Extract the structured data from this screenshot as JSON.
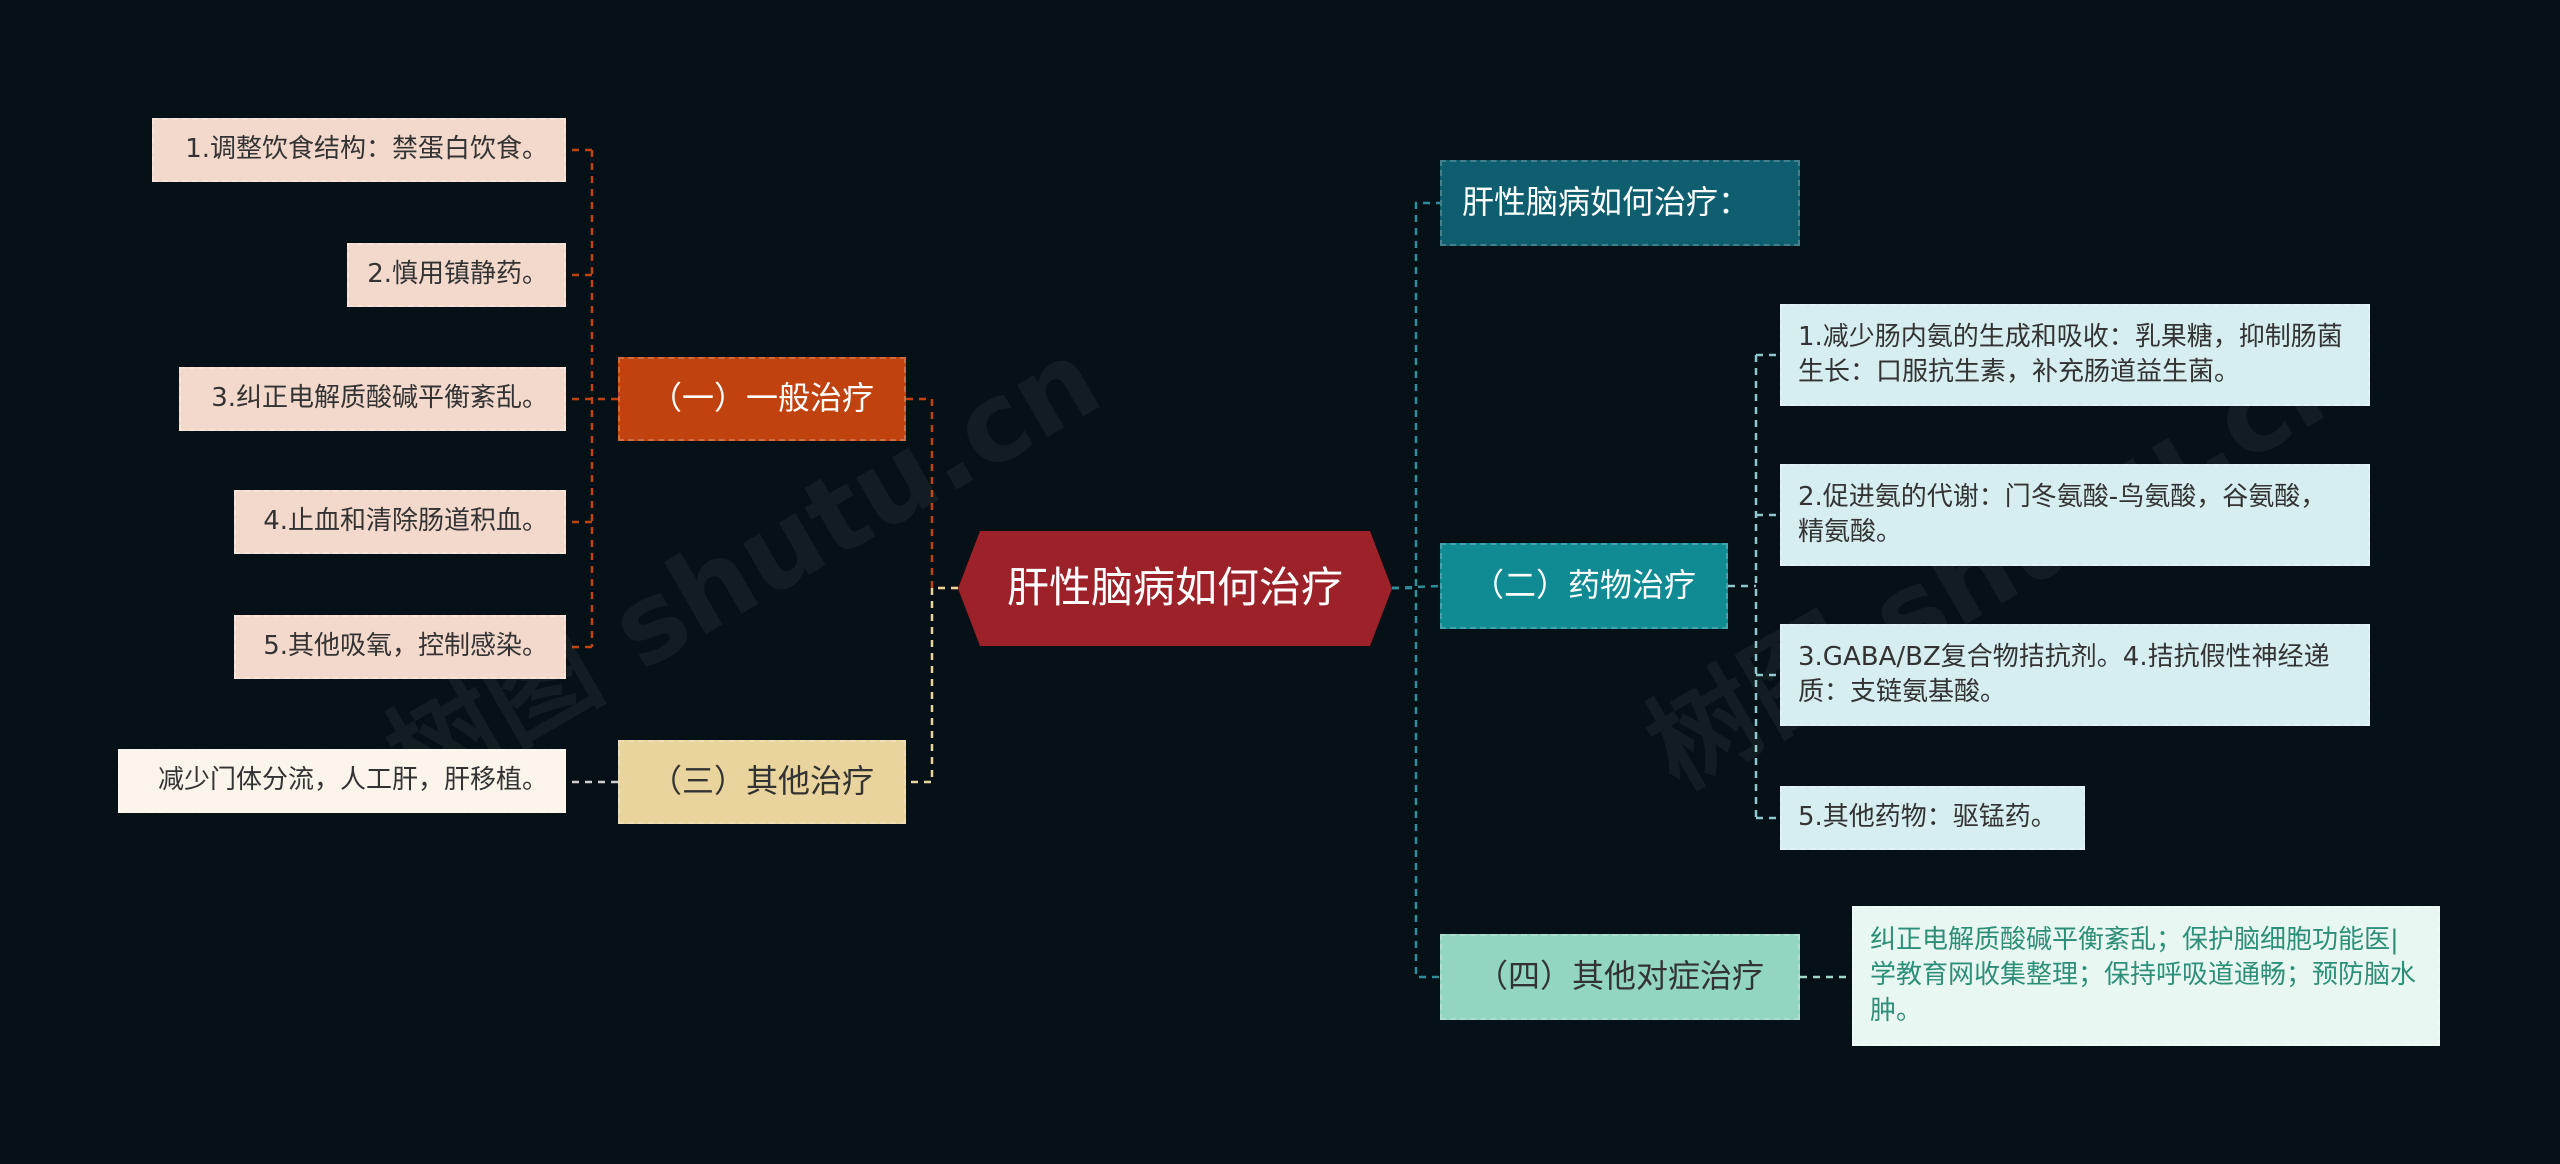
{
  "colors": {
    "background": "#061117",
    "root": "#9c2128",
    "general": "#c0420f",
    "general_leaf": "#f3d9cc",
    "other": "#e8d49c",
    "other_leaf": "#fbf4ea",
    "title": "#0e5e70",
    "drug": "#118b93",
    "drug_leaf": "#d7eef0",
    "symptom": "#92d6c2",
    "symptom_leaf": "#e9f7f2",
    "symptom_text": "#2e8f79"
  },
  "watermark": "树图 shutu.cn",
  "root": {
    "label": "肝性脑病如何治疗"
  },
  "title_node": {
    "label": "肝性脑病如何治疗："
  },
  "branches": {
    "general": {
      "label": "（一）一般治疗",
      "items": [
        "1.调整饮食结构：禁蛋白饮食。",
        "2.慎用镇静药。",
        "3.纠正电解质酸碱平衡紊乱。",
        "4.止血和清除肠道积血。",
        "5.其他吸氧，控制感染。"
      ]
    },
    "other": {
      "label": "（三）其他治疗",
      "items": [
        "减少门体分流，人工肝，肝移植。"
      ]
    },
    "drug": {
      "label": "（二）药物治疗",
      "items": [
        "1.减少肠内氨的生成和吸收：乳果糖，抑制肠菌生长：口服抗生素，补充肠道益生菌。",
        "2.促进氨的代谢：门冬氨酸-鸟氨酸，谷氨酸，精氨酸。",
        "3.GABA/BZ复合物拮抗剂。4.拮抗假性神经递质：支链氨基酸。",
        "5.其他药物：驱锰药。"
      ]
    },
    "symptom": {
      "label": "（四）其他对症治疗",
      "items": [
        "纠正电解质酸碱平衡紊乱；保护脑细胞功能医|学教育网收集整理；保持呼吸道通畅；预防脑水肿。"
      ]
    }
  }
}
